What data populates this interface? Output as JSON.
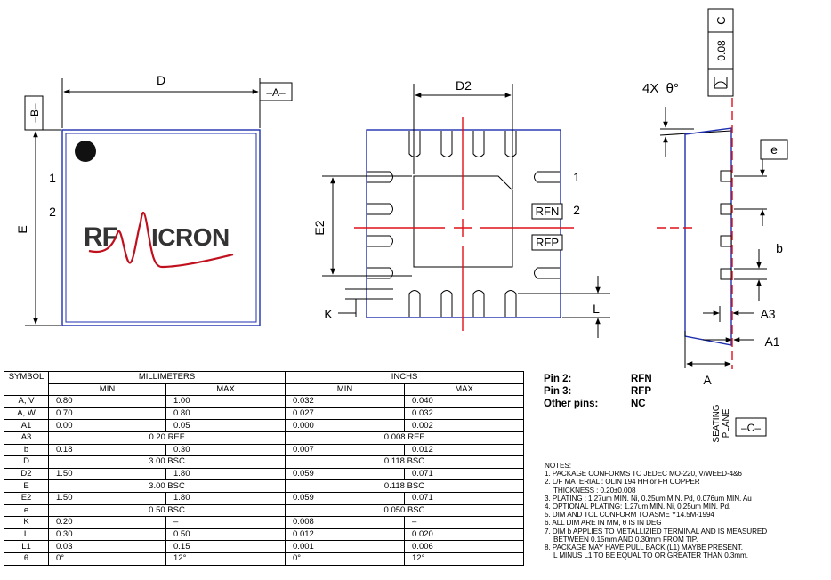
{
  "drawing": {
    "top_view": {
      "dim_d": "D",
      "dim_e": "E",
      "datum_a": "–A–",
      "datum_b": "–B–",
      "pin_1": "1",
      "pin_2": "2",
      "logo": {
        "text_left": "RF",
        "text_right": "ICRON",
        "colors": {
          "text": "#333333",
          "wave": "#c0101e"
        }
      }
    },
    "bottom_view": {
      "dim_d2": "D2",
      "dim_e2": "E2",
      "dim_k": "K",
      "dim_l": "L",
      "pin_1": "1",
      "pin_2": "2",
      "pad_rfn": "RFN",
      "pad_rfp": "RFP"
    },
    "side_view": {
      "flatness_value": "0.08",
      "flatness_datum": "C",
      "angle_label": "4X  θ°",
      "dim_e": "e",
      "dim_b": "b",
      "dim_a3": "A3",
      "dim_a1": "A1",
      "dim_a": "A",
      "seating_plane": [
        "SEATING",
        "PLANE"
      ],
      "datum_c": "–C–"
    },
    "colors": {
      "outline": "#1f2fb0",
      "centerline": "#e0101a",
      "ink": "#000000"
    }
  },
  "table": {
    "header": {
      "symbol": "SYMBOL",
      "mm": "MILLIMETERS",
      "inch": "INCHS"
    },
    "subheader": {
      "min": "MIN",
      "max": "MAX"
    },
    "rows": [
      {
        "sym": "A, V",
        "mm_min": "0.80",
        "mm_max": "1.00",
        "in_min": "0.032",
        "in_max": "0.040"
      },
      {
        "sym": "A, W",
        "mm_min": "0.70",
        "mm_max": "0.80",
        "in_min": "0.027",
        "in_max": "0.032"
      },
      {
        "sym": "A1",
        "mm_min": "0.00",
        "mm_max": "0.05",
        "in_min": "0.000",
        "in_max": "0.002"
      },
      {
        "sym": "A3",
        "mm_ref": "0.20  REF",
        "in_ref": "0.008  REF"
      },
      {
        "sym": "b",
        "mm_min": "0.18",
        "mm_max": "0.30",
        "in_min": "0.007",
        "in_max": "0.012"
      },
      {
        "sym": "D",
        "mm_ref": "3.00  BSC",
        "in_ref": "0.118  BSC"
      },
      {
        "sym": "D2",
        "mm_min": "1.50",
        "mm_max": "1.80",
        "in_min": "0.059",
        "in_max": "0.071"
      },
      {
        "sym": "E",
        "mm_ref": "3.00  BSC",
        "in_ref": "0.118  BSC"
      },
      {
        "sym": "E2",
        "mm_min": "1.50",
        "mm_max": "1.80",
        "in_min": "0.059",
        "in_max": "0.071"
      },
      {
        "sym": "e",
        "mm_ref": "0.50  BSC",
        "in_ref": "0.050  BSC"
      },
      {
        "sym": "K",
        "mm_min": "0.20",
        "mm_max": "–",
        "in_min": "0.008",
        "in_max": "–"
      },
      {
        "sym": "L",
        "mm_min": "0.30",
        "mm_max": "0.50",
        "in_min": "0.012",
        "in_max": "0.020"
      },
      {
        "sym": "L1",
        "mm_min": "0.03",
        "mm_max": "0.15",
        "in_min": "0.001",
        "in_max": "0.006"
      },
      {
        "sym": "θ",
        "mm_min": "0°",
        "mm_max": "12°",
        "in_min": "0°",
        "in_max": "12°"
      }
    ]
  },
  "pins": [
    {
      "label": "Pin 2:",
      "value": "RFN"
    },
    {
      "label": "Pin 3:",
      "value": "RFP"
    },
    {
      "label": "Other pins:",
      "value": "NC"
    }
  ],
  "notes": {
    "title": "NOTES:",
    "lines": [
      "1. PACKAGE CONFORMS TO JEDEC MO-220, V/WEED-4&6",
      "2. L/F MATERIAL : OLIN 194 HH or FH COPPER",
      "THICKNESS : 0.20±0.008",
      "3. PLATING : 1.27um MIN. Ni, 0.25um MIN. Pd, 0.076um MIN. Au",
      "4. OPTIONAL PLATING: 1.27um MIN. Ni, 0.25um MIN. Pd.",
      "5. DIM AND TOL CONFORM TO ASME Y14.5M-1994",
      "6. ALL DIM ARE IN MM,  θ IS IN DEG",
      "7. DIM b APPLIES TO METALLIZIED TERMINAL AND IS MEASURED",
      "BETWEEN 0.15mm AND 0.30mm FROM TIP.",
      "8. PACKAGE MAY HAVE PULL BACK (L1) MAYBE PRESENT.",
      "L MINUS L1 TO BE EQUAL TO OR GREATER THAN 0.3mm."
    ]
  }
}
